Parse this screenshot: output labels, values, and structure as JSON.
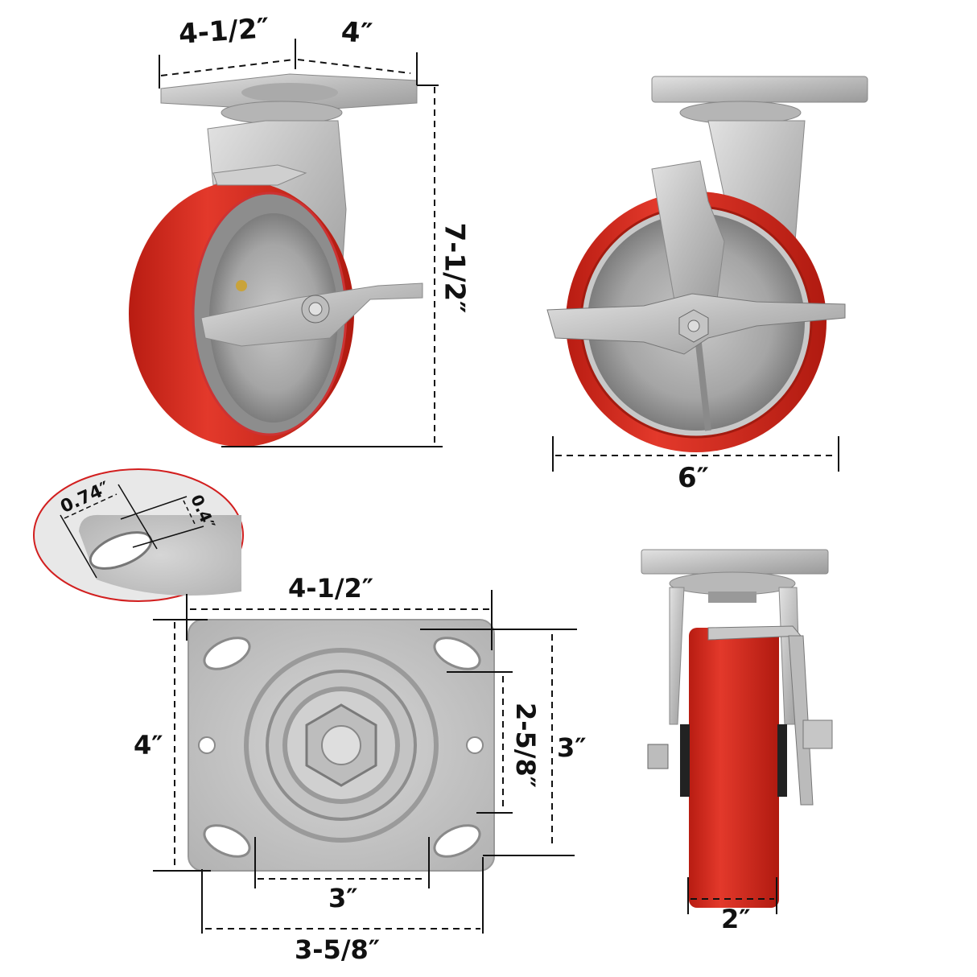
{
  "diagram": {
    "subject": "Heavy-duty swivel caster with red polyurethane wheel and brake",
    "colors": {
      "wheel_red": "#d42a1e",
      "wheel_red_dark": "#a8190f",
      "steel": "#c9c9c9",
      "steel_dark": "#8e8e8e",
      "line": "#111111",
      "callout_border": "#d21f1f"
    },
    "views": {
      "angled": {
        "top_plate_length": "4-1/2″",
        "top_plate_width": "4″",
        "overall_height": "7-1/2″"
      },
      "side": {
        "wheel_diameter": "6″"
      },
      "callout": {
        "slot_length": "0.74″",
        "slot_width": "0.4″"
      },
      "plate": {
        "plate_length": "4-1/2″",
        "plate_width": "4″",
        "bolt_spacing_short": "2-5/8″",
        "bolt_spacing_long_vertical": "3″",
        "bolt_spacing_bottom_inner": "3″",
        "bolt_spacing_bottom_outer": "3-5/8″"
      },
      "front": {
        "wheel_width": "2″"
      }
    }
  }
}
